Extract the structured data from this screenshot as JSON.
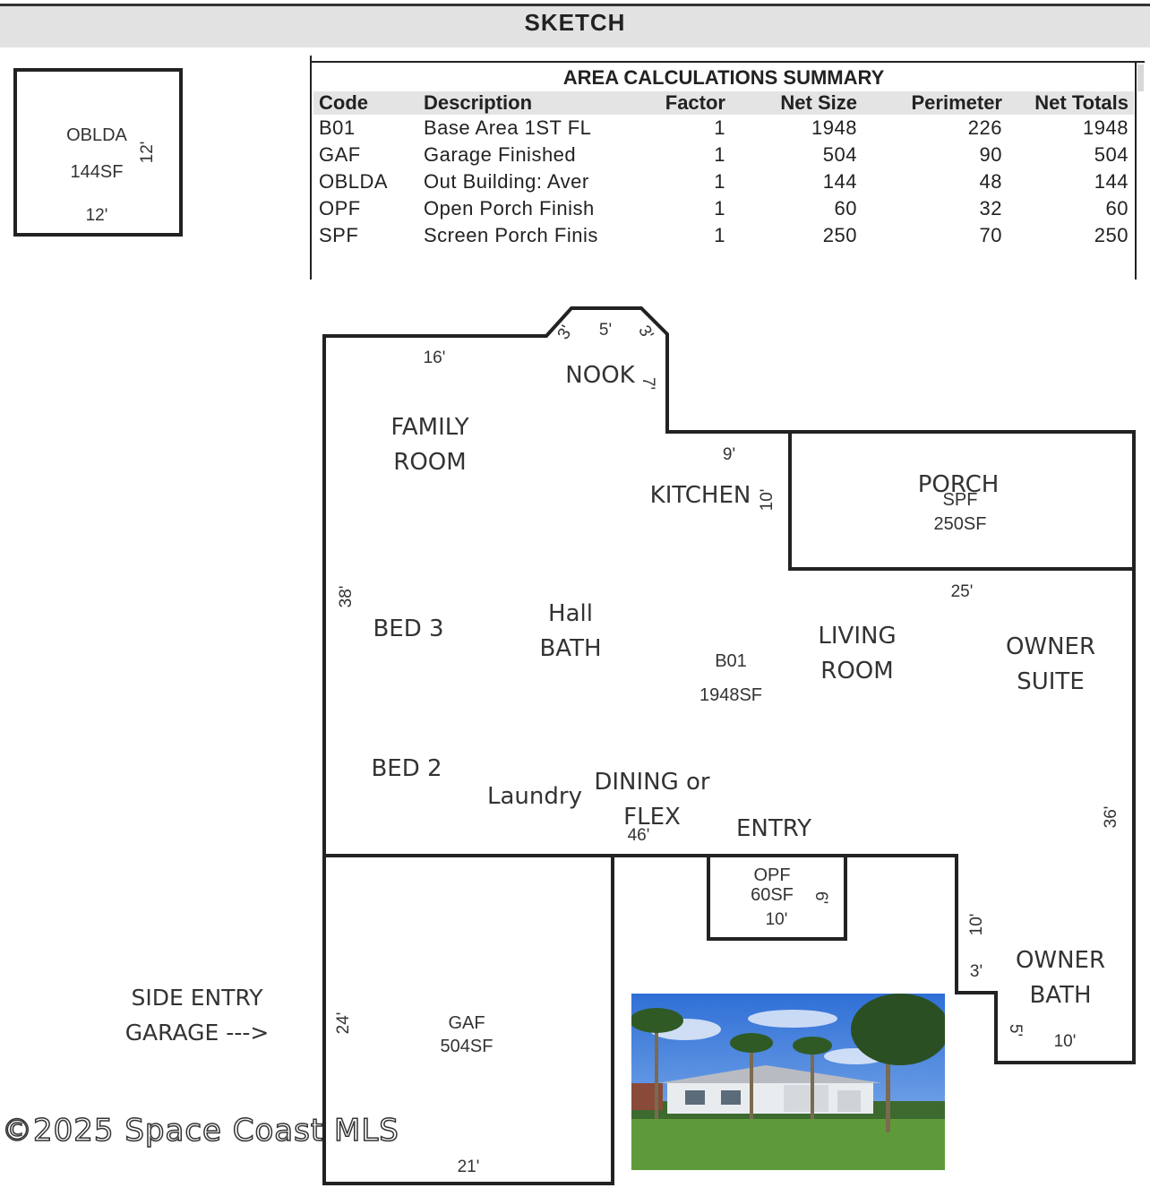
{
  "header": {
    "title": "SKETCH"
  },
  "summary": {
    "title": "AREA CALCULATIONS SUMMARY",
    "columns": [
      "Code",
      "Description",
      "Factor",
      "Net Size",
      "Perimeter",
      "Net Totals"
    ],
    "rows": [
      [
        "B01",
        "Base Area 1ST FL",
        "1",
        "1948",
        "226",
        "1948"
      ],
      [
        "GAF",
        "Garage Finished",
        "1",
        "504",
        "90",
        "504"
      ],
      [
        "OBLDA",
        "Out Building: Aver",
        "1",
        "144",
        "48",
        "144"
      ],
      [
        "OPF",
        "Open Porch Finish",
        "1",
        "60",
        "32",
        "60"
      ],
      [
        "SPF",
        "Screen Porch Finis",
        "1",
        "250",
        "70",
        "250"
      ]
    ]
  },
  "outbuilding": {
    "code": "OBLDA",
    "area": "144SF",
    "dim_side": "12'",
    "dim_bottom": "12'"
  },
  "rooms": {
    "family_1": "FAMILY",
    "family_2": "ROOM",
    "nook": "NOOK",
    "kitchen": "KITCHEN",
    "porch": "PORCH",
    "bed3": "BED 3",
    "hall_1": "Hall",
    "hall_2": "BATH",
    "living_1": "LIVING",
    "living_2": "ROOM",
    "owner_suite_1": "OWNER",
    "owner_suite_2": "SUITE",
    "bed2": "BED 2",
    "laundry": "Laundry",
    "dining_1": "DINING or",
    "dining_2": "FLEX",
    "entry": "ENTRY",
    "owner_bath_1": "OWNER",
    "owner_bath_2": "BATH"
  },
  "areas": {
    "b01_code": "B01",
    "b01_size": "1948SF",
    "spf_code": "SPF",
    "spf_size": "250SF",
    "opf_code": "OPF",
    "opf_size": "60SF",
    "gaf_code": "GAF",
    "gaf_size": "504SF"
  },
  "dims": {
    "top_left": "16'",
    "nook_left": "3'",
    "nook_top": "5'",
    "nook_right": "3'",
    "nook_side": "7'",
    "kitchen_top": "9'",
    "kitchen_side": "10'",
    "porch_bottom": "25'",
    "left_side": "38'",
    "right_side": "36'",
    "base_bottom": "46'",
    "opf_side": "6'",
    "opf_bottom": "10'",
    "bath_side": "10'",
    "bath_step": "3'",
    "bath_small": "5'",
    "bath_bottom": "10'",
    "garage_side": "24'",
    "garage_bottom": "21'"
  },
  "side_entry": {
    "line1": "SIDE ENTRY",
    "line2": "GARAGE --->"
  },
  "watermark": "©2025 Space Coast MLS"
}
